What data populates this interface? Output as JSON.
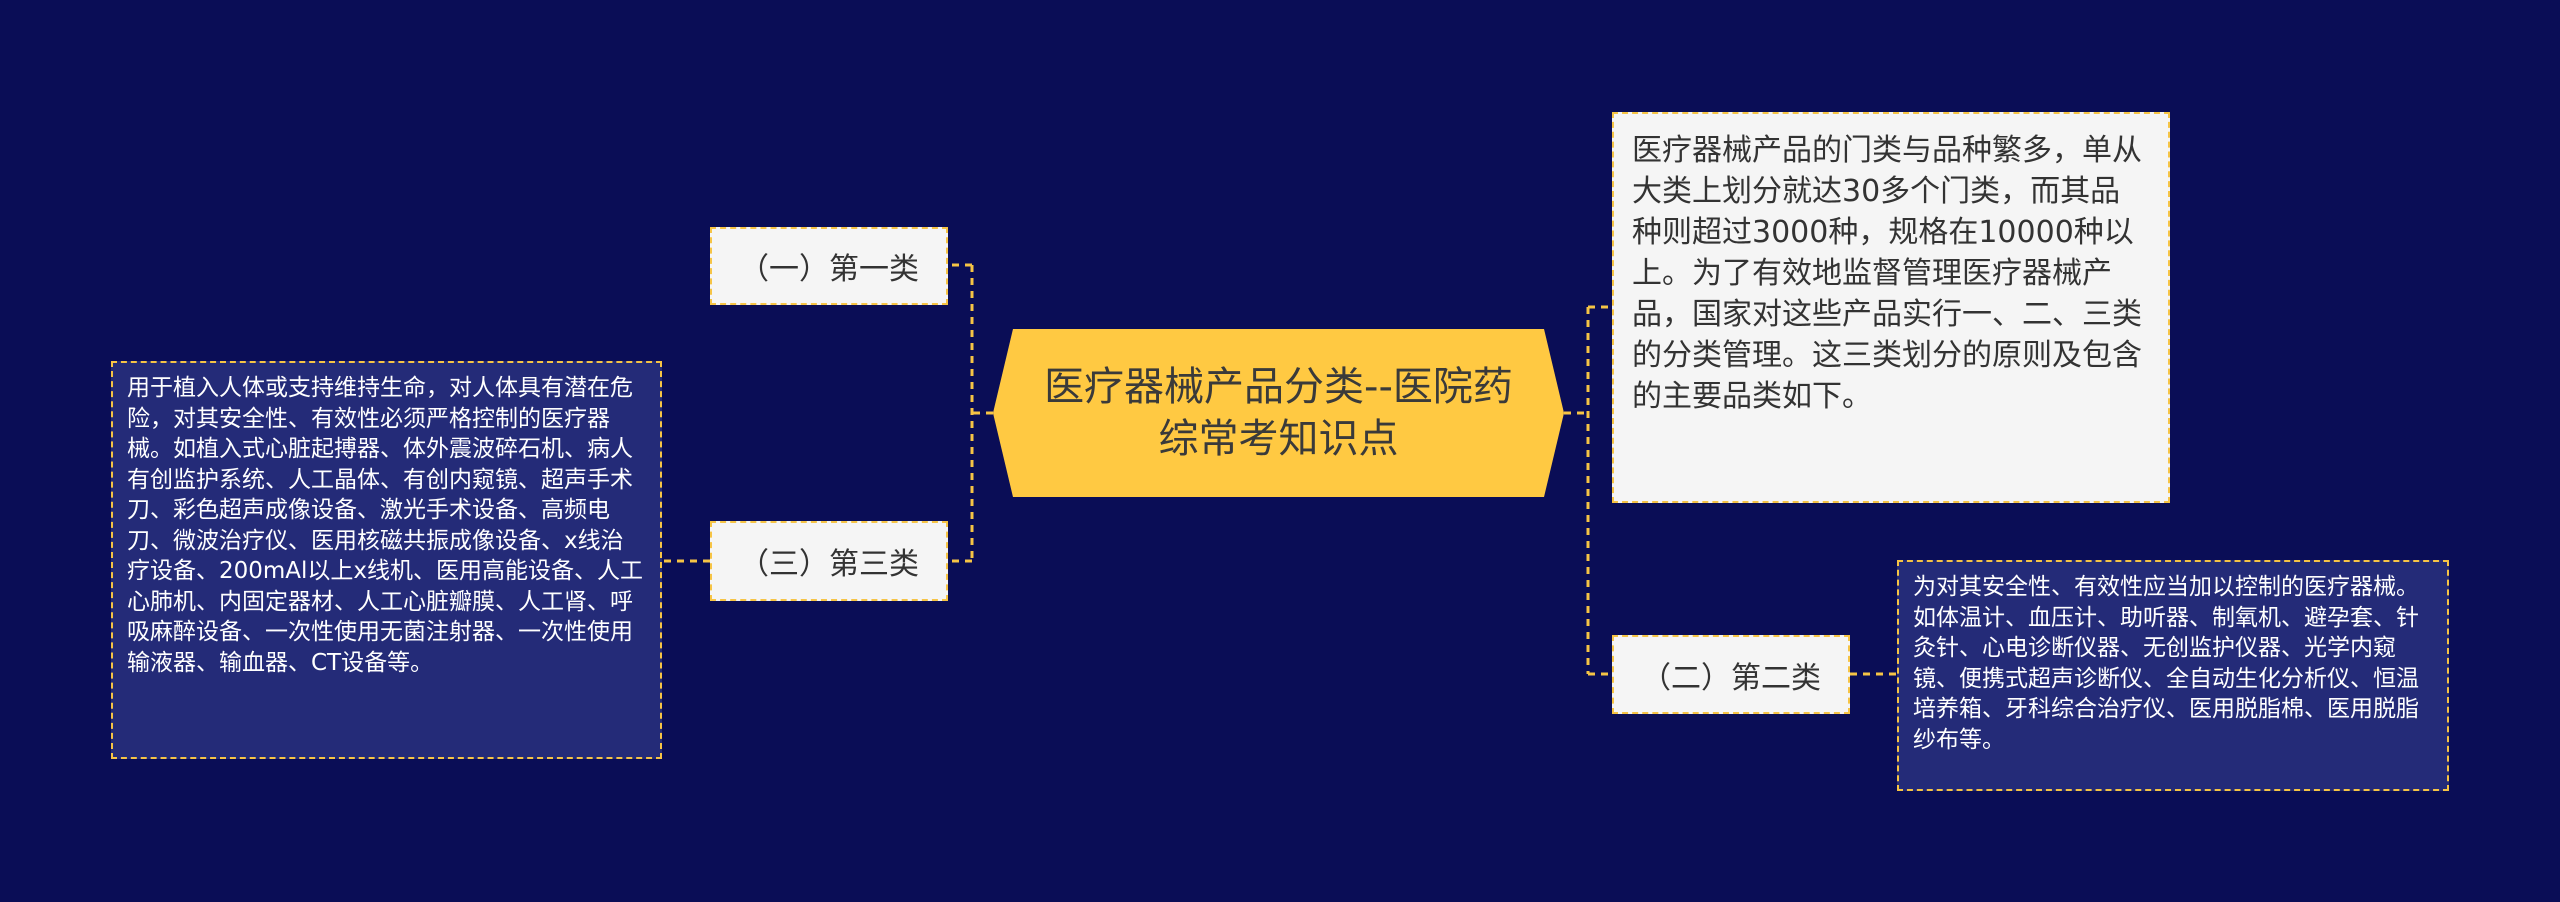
{
  "colors": {
    "background": "#0a0d56",
    "center_fill": "#ffc942",
    "connector": "#f6c445",
    "light_box": "#f5f5f5",
    "dark_box": "#242b78"
  },
  "center": {
    "title": "医疗器械产品分类--医院药综常考知识点"
  },
  "right": {
    "intro": "医疗器械产品的门类与品种繁多，单从大类上划分就达30多个门类，而其品种则超过3000种，规格在10000种以上。为了有效地监督管理医疗器械产品，国家对这些产品实行一、二、三类的分类管理。这三类划分的原则及包含的主要品类如下。",
    "class2_label": "（二）第二类",
    "class2_desc": "为对其安全性、有效性应当加以控制的医疗器械。如体温计、血压计、助听器、制氧机、避孕套、针灸针、心电诊断仪器、无创监护仪器、光学内窥镜、便携式超声诊断仪、全自动生化分析仪、恒温培养箱、牙科综合治疗仪、医用脱脂棉、医用脱脂纱布等。"
  },
  "left": {
    "class1_label": "（一）第一类",
    "class3_label": "（三）第三类",
    "class3_desc": "用于植入人体或支持维持生命，对人体具有潜在危险，对其安全性、有效性必须严格控制的医疗器械。如植入式心脏起搏器、体外震波碎石机、病人有创监护系统、人工晶体、有创内窥镜、超声手术刀、彩色超声成像设备、激光手术设备、高频电刀、微波治疗仪、医用核磁共振成像设备、x线治疗设备、200mAl以上x线机、医用高能设备、人工心肺机、内固定器材、人工心脏瓣膜、人工肾、呼吸麻醉设备、一次性使用无菌注射器、一次性使用输液器、输血器、CT设备等。"
  }
}
